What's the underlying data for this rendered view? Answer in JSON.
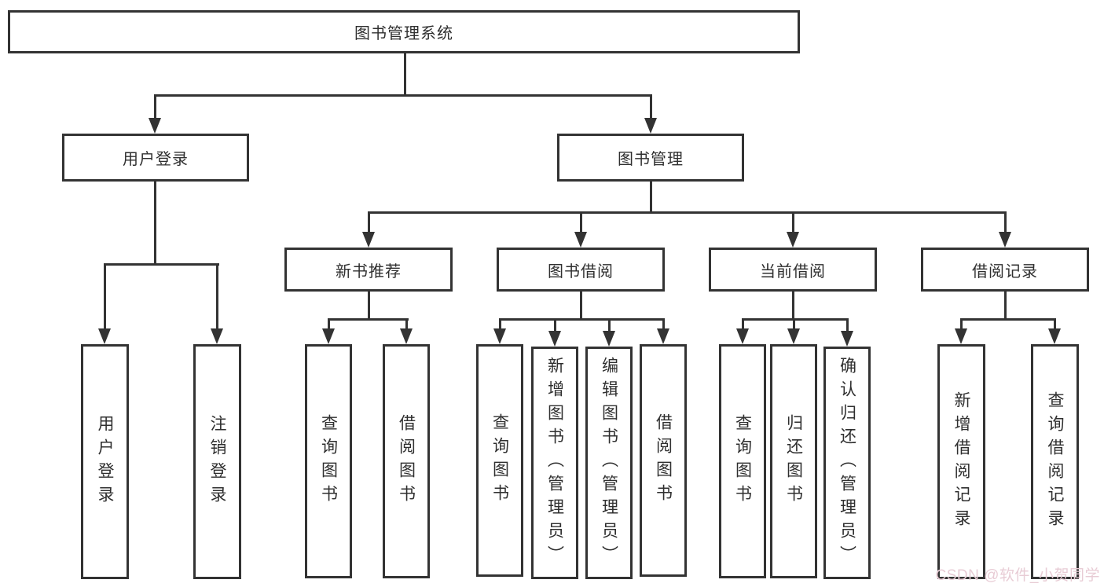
{
  "nodes": {
    "root": {
      "label": "图书管理系统"
    },
    "level1": {
      "user_login": {
        "label": "用户登录"
      },
      "book_management": {
        "label": "图书管理"
      }
    },
    "level2": {
      "new_book_recommend": {
        "label": "新书推荐"
      },
      "book_borrow": {
        "label": "图书借阅"
      },
      "current_borrow": {
        "label": "当前借阅"
      },
      "borrow_records": {
        "label": "借阅记录"
      }
    },
    "leaves": {
      "user_login_children": [
        {
          "label": "用户登录"
        },
        {
          "label": "注销登录"
        }
      ],
      "new_book_recommend_children": [
        {
          "label": "查询图书"
        },
        {
          "label": "借阅图书"
        }
      ],
      "book_borrow_children": [
        {
          "label": "查询图书"
        },
        {
          "label": "新增图书（管理员）"
        },
        {
          "label": "编辑图书（管理员）"
        },
        {
          "label": "借阅图书"
        }
      ],
      "current_borrow_children": [
        {
          "label": "查询图书"
        },
        {
          "label": "归还图书"
        },
        {
          "label": "确认归还（管理员）"
        }
      ],
      "borrow_records_children": [
        {
          "label": "新增借阅记录"
        },
        {
          "label": "查询借阅记录"
        }
      ]
    }
  },
  "watermark": {
    "text": "CSDN @软件_小贺同学"
  },
  "colors": {
    "line": "#333333",
    "box_border": "#333333",
    "text": "#2f2f2f",
    "watermark": "#e8ccd5",
    "background": "#ffffff"
  }
}
